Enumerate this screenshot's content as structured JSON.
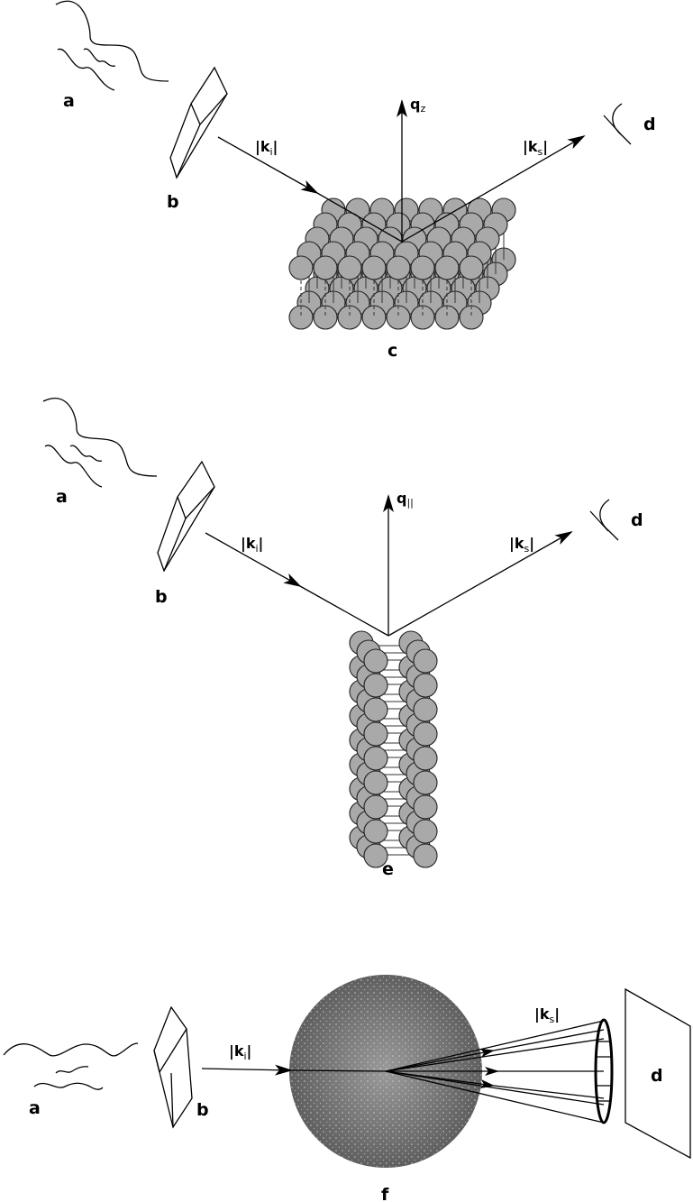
{
  "panels": [
    {
      "id": "reflectivity",
      "labels": {
        "source": "a",
        "monochromator": "b",
        "sample": "c",
        "detector": "d"
      },
      "vectors": {
        "incident": {
          "sym": "k",
          "sub": "i"
        },
        "scattered": {
          "sym": "k",
          "sub": "s"
        },
        "transfer": {
          "sym": "q",
          "sub": "z"
        }
      }
    },
    {
      "id": "in-plane",
      "labels": {
        "source": "a",
        "monochromator": "b",
        "sample": "e",
        "detector": "d"
      },
      "vectors": {
        "incident": {
          "sym": "k",
          "sub": "i"
        },
        "scattered": {
          "sym": "k",
          "sub": "s"
        },
        "transfer": {
          "sym": "q",
          "sub": "||"
        }
      }
    },
    {
      "id": "small-angle",
      "labels": {
        "source": "a",
        "monochromator": "b",
        "sample": "f",
        "detector": "d"
      },
      "vectors": {
        "incident": {
          "sym": "k",
          "sub": "i"
        },
        "scattered": {
          "sym": "k",
          "sub": "s"
        }
      }
    }
  ],
  "colors": {
    "ball": "#a9a9a9",
    "sphere": "#7a7a7a",
    "line": "#000000"
  }
}
